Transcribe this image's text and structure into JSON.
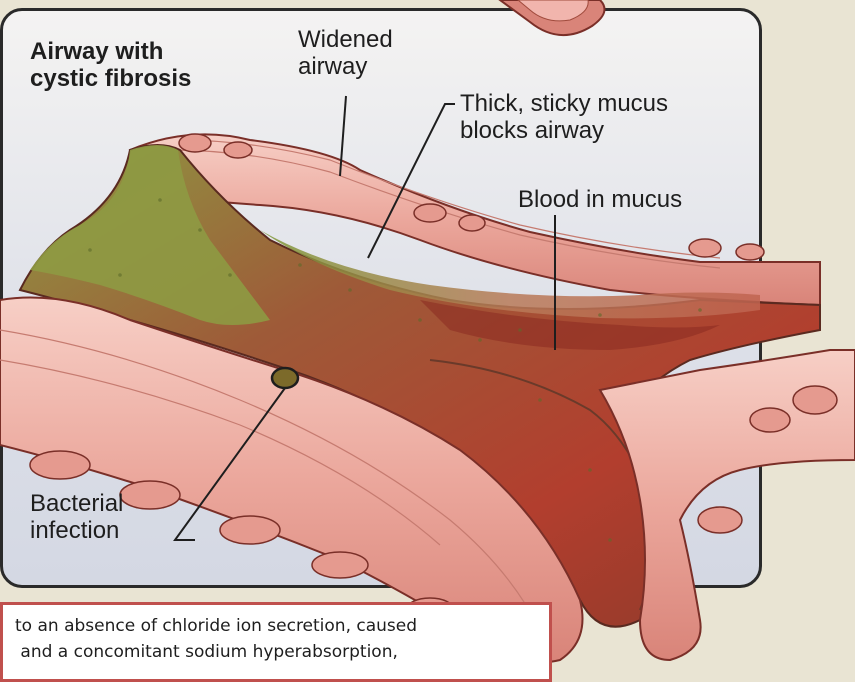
{
  "labels": {
    "title": "Airway with\ncystic fibrosis",
    "widened_airway": "Widened\nairway",
    "thick_mucus": "Thick, sticky mucus\nblocks airway",
    "blood_in_mucus": "Blood in mucus",
    "bacterial_infection": "Bacterial\ninfection"
  },
  "caption": {
    "text": "to an absence of chloride ion secretion, caused\n and a concomitant sodium hyperabsorption,"
  },
  "colors": {
    "panel_border": "#2a2a2a",
    "caption_border": "#c0504d",
    "tissue_pink": "#f1b5ad",
    "mucus_green": "#8e9a42",
    "lumen_red": "#a83a2c"
  }
}
